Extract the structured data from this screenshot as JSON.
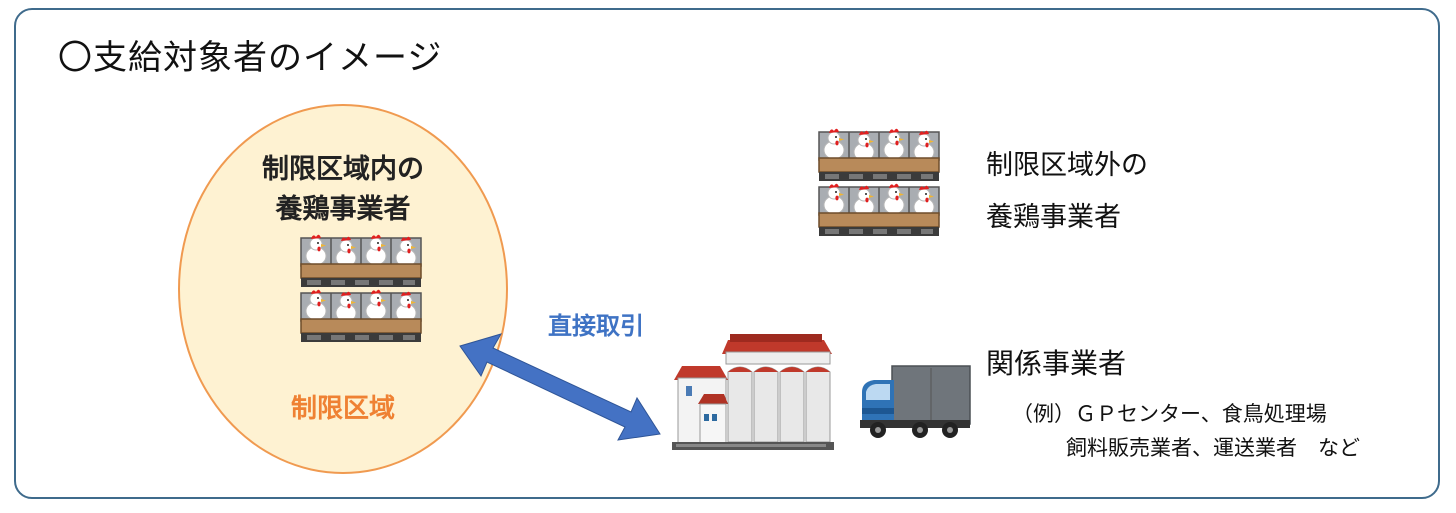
{
  "title": "〇支給対象者のイメージ",
  "inside": {
    "label_line1": "制限区域内の",
    "label_line2": "養鶏事業者",
    "zone_label": "制限区域"
  },
  "outside": {
    "label_line1": "制限区域外の",
    "label_line2": "養鶏事業者"
  },
  "trade_label": "直接取引",
  "related": {
    "title": "関係事業者",
    "example_line1": "（例）ＧＰセンター、食鳥処理場",
    "example_line2": "飼料販売業者、運送業者　など"
  },
  "colors": {
    "frame": "#3f6b8c",
    "circle_fill": "#fef2d2",
    "circle_border": "#f09a50",
    "zone_text": "#ef8133",
    "arrow": "#4472c4",
    "trade_text": "#3f73c4"
  },
  "icons": {
    "cage": "chicken-cage-icon",
    "factory": "feed-factory-icon",
    "truck": "truck-icon",
    "arrow": "double-arrow-icon"
  }
}
